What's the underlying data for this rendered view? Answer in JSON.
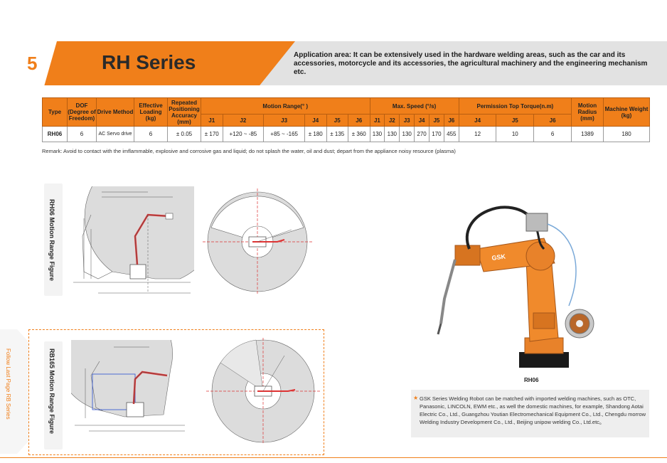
{
  "section": {
    "number": "5",
    "title": "RH Series"
  },
  "application_text": "Application area: It can be extensively used in the hardware welding areas, such as the car and its accessories, motorcycle and its accessories, the agricultural machinery and the engineering mechanism etc.",
  "table": {
    "headers": {
      "type": "Type",
      "dof": "DOF (Degree of Freedom)",
      "drive": "Drive Method",
      "load": "Effective Loading (kg)",
      "accuracy": "Repeated Positioning Accuracy (mm)",
      "motion_range": "Motion Range(° )",
      "max_speed": "Max. Speed (°/s)",
      "torque": "Permission Top Torque(n.m)",
      "radius": "Motion Radius (mm)",
      "weight": "Machine Weight (kg)"
    },
    "motion_cols": [
      "J1",
      "J2",
      "J3",
      "J4",
      "J5",
      "J6"
    ],
    "speed_cols": [
      "J1",
      "J2",
      "J3",
      "J4",
      "J5",
      "J6"
    ],
    "torque_cols": [
      "J4",
      "J5",
      "J6"
    ],
    "row": {
      "type": "RH06",
      "dof": "6",
      "drive": "AC Servo drive",
      "load": "6",
      "accuracy": "± 0.05",
      "motion": [
        "± 170",
        "+120 ~ -85",
        "+85 ~ -165",
        "± 180",
        "± 135",
        "± 360"
      ],
      "speed": [
        "130",
        "130",
        "130",
        "270",
        "170",
        "455"
      ],
      "torque": [
        "12",
        "10",
        "6"
      ],
      "radius": "1389",
      "weight": "180"
    }
  },
  "remark": "Remark: Avoid to contact with the imflammable, explosive and corrosive gas and liquid; do not splash the water, oil and dust; depart from the appliance noisy resource (plasma)",
  "figures": {
    "rh06_label": "RH06 Motion Range Figure",
    "rb165_label": "RB165 Motion Range Figure",
    "follow_label": "Follow Last Page RB Series"
  },
  "robot": {
    "caption": "RH06",
    "brand": "GSK"
  },
  "note": "GSK Series Welding Robot can be matched with imported welding machines, such as OTC, Panasonic, LINCOLN, EWM etc., as well the domestic machines, for example, Shandong Aotai Electric Co., Ltd., Guangzhou Youtian Electromechanical Equipment Co., Ltd., Chengdu morrow Welding Industry Development Co., Ltd., Beijing unipow welding Co., Ltd.etc。",
  "colors": {
    "accent": "#f07f1a",
    "band": "#e2e2e2"
  }
}
